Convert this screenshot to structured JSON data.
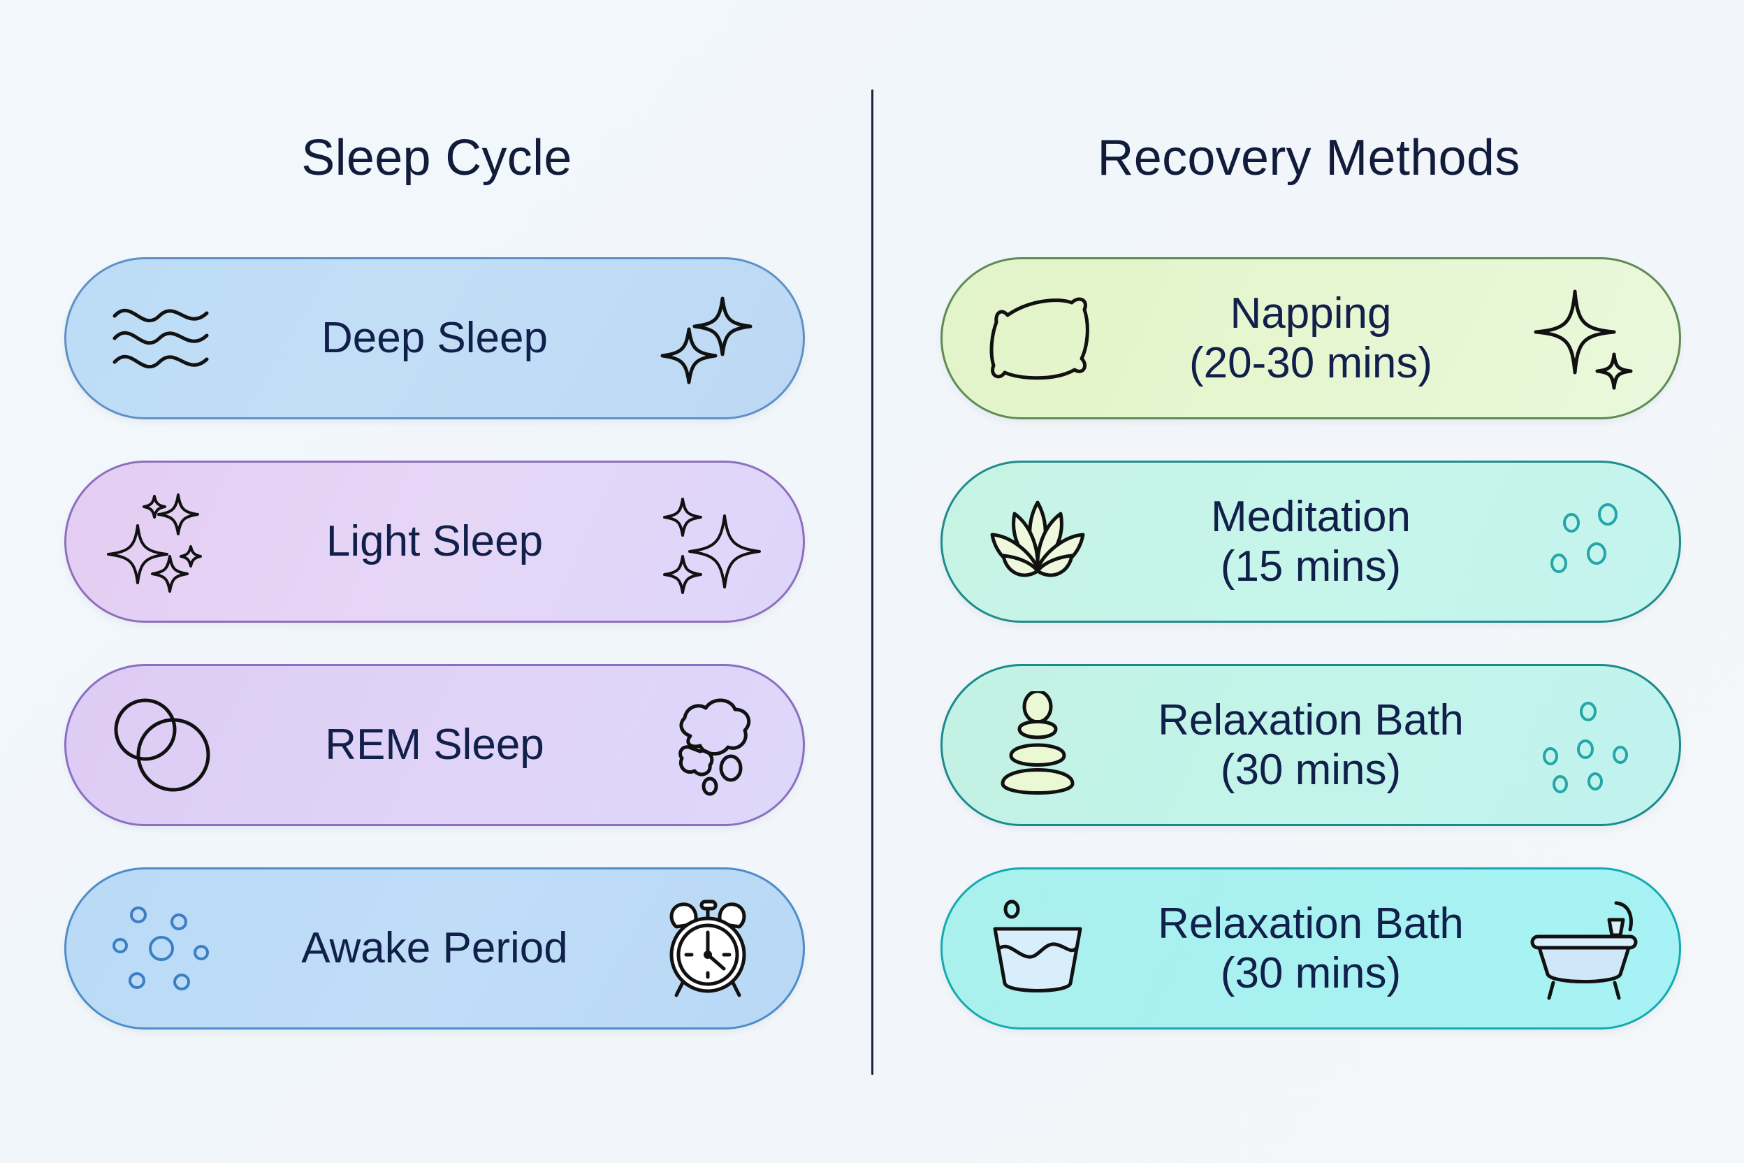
{
  "background_color": "#f2f7fb",
  "divider_color": "#1d2440",
  "columns": [
    {
      "id": "sleep-cycle",
      "title": "Sleep Cycle",
      "cards": [
        {
          "label": "Deep Sleep",
          "sub": "",
          "left_icon": "wave-lines-icon",
          "right_icon": "sparkle-pair-icon",
          "fill_color": "#bfddf7",
          "border_color": "#5f90c7"
        },
        {
          "label": "Light Sleep",
          "sub": "",
          "left_icon": "sparkle-cluster-icon",
          "right_icon": "sparkle-cluster-icon",
          "fill_color": "#e4d2f5",
          "border_color": "#8e6fbd"
        },
        {
          "label": "REM Sleep",
          "sub": "",
          "left_icon": "overlapping-circles-icon",
          "right_icon": "thought-bubble-icon",
          "fill_color": "#decff6",
          "border_color": "#8a6fc2"
        },
        {
          "label": "Awake Period",
          "sub": "",
          "left_icon": "bubble-cluster-icon",
          "right_icon": "alarm-clock-icon",
          "fill_color": "#bcdbf7",
          "border_color": "#4d8dca"
        }
      ]
    },
    {
      "id": "recovery-methods",
      "title": "Recovery Methods",
      "cards": [
        {
          "label": "Napping",
          "sub": "(20-30 mins)",
          "left_icon": "pillow-icon",
          "right_icon": "sparkle-pair-icon",
          "fill_color": "#e5f5d0",
          "border_color": "#5f8a55"
        },
        {
          "label": "Meditation",
          "sub": "(15 mins)",
          "left_icon": "lotus-flower-icon",
          "right_icon": "bubble-cluster-icon",
          "fill_color": "#c6f4e8",
          "border_color": "#1f8b8c"
        },
        {
          "label": "Relaxation Bath",
          "sub": "(30 mins)",
          "left_icon": "stacked-stones-icon",
          "right_icon": "bubble-cluster-icon",
          "fill_color": "#c2f3e9",
          "border_color": "#1a8b8d"
        },
        {
          "label": "Relaxation Bath",
          "sub": "(30 mins)",
          "left_icon": "water-basin-icon",
          "right_icon": "bathtub-icon",
          "fill_color": "#a8f1f2",
          "border_color": "#13aab2"
        }
      ]
    }
  ]
}
